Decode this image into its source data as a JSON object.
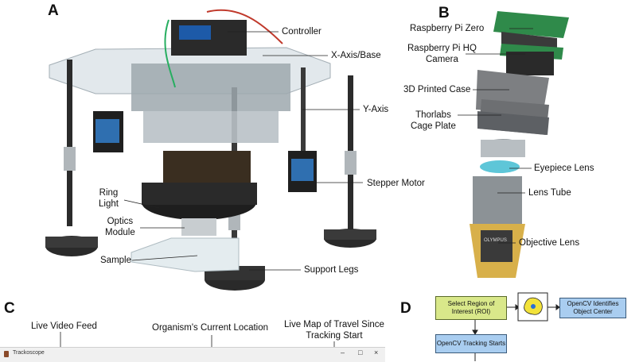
{
  "panels": {
    "a": "A",
    "b": "B",
    "c": "C",
    "d": "D"
  },
  "panel_a": {
    "callouts": {
      "controller": "Controller",
      "x_axis": "X-Axis/Base",
      "y_axis": "Y-Axis",
      "stepper_motor": "Stepper Motor",
      "ring_light": "Ring\nLight",
      "optics_module": "Optics\nModule",
      "sample": "Sample",
      "support_legs": "Support Legs"
    }
  },
  "panel_b": {
    "callouts": {
      "pi_zero": "Raspberry Pi Zero",
      "hq_camera": "Raspberry Pi HQ\nCamera",
      "case": "3D Printed Case",
      "cage_plate": "Thorlabs\nCage Plate",
      "eyepiece": "Eyepiece Lens",
      "lens_tube": "Lens Tube",
      "objective": "Objective Lens"
    },
    "lens_text": "OLYMPUS"
  },
  "panel_c": {
    "callouts": {
      "live_feed": "Live Video Feed",
      "current_location": "Organism's Current Location",
      "live_map": "Live Map of Travel Since\nTracking Start"
    },
    "window_title": "Trackoscope",
    "window_controls": [
      "–",
      "□",
      "×"
    ]
  },
  "panel_d": {
    "steps": {
      "select_roi": "Select Region of\nInterest (ROI)",
      "opencv_identifies": "OpenCV Identifies\nObject Center",
      "tracking_starts": "OpenCV Tracking Starts"
    },
    "colors": {
      "yellow_box": "#d9e88a",
      "blue_box": "#a9cdf0",
      "box_border": "#5a6a2a"
    }
  }
}
